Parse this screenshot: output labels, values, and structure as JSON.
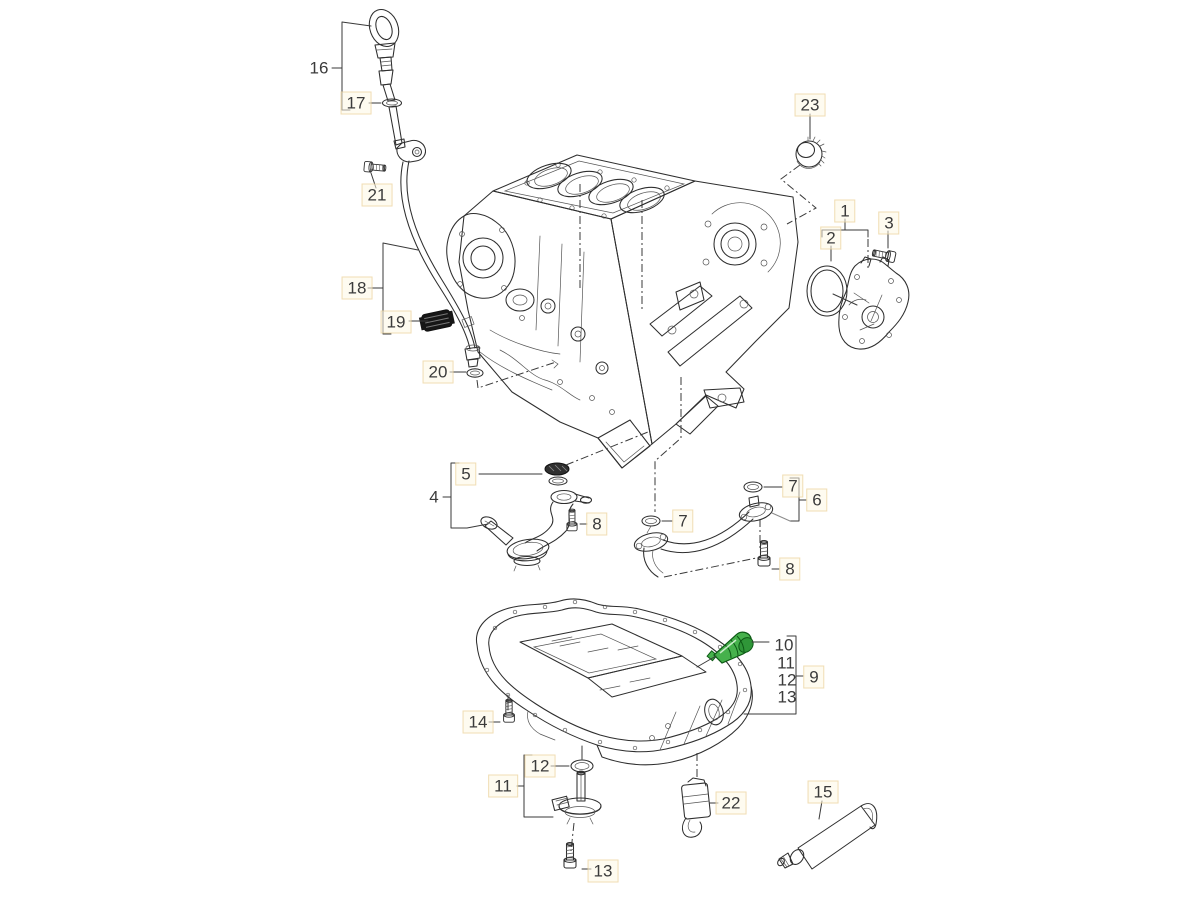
{
  "callouts": {
    "n1": "1",
    "n2": "2",
    "n3": "3",
    "n4": "4",
    "n5": "5",
    "n6": "6",
    "n7_left": "7",
    "n7_right": "7",
    "n8_left": "8",
    "n8_right": "8",
    "n9": "9",
    "n10": "10",
    "n11": "11",
    "n12": "12",
    "n13": "13",
    "n11_lower": "11",
    "n12_lower": "12",
    "n13_lower": "13",
    "n14": "14",
    "n15": "15",
    "n16": "16",
    "n17": "17",
    "n18": "18",
    "n19": "19",
    "n20": "20",
    "n21": "21",
    "n22": "22",
    "n23": "23"
  },
  "colors": {
    "background": "#ffffff",
    "line_art": "#2e2e2e",
    "label_text": "#3b3b3b",
    "hotspot_fill": "#fdf7e4",
    "hotspot_border": "#e4c482",
    "highlighted_part_green": "#46b14c"
  },
  "highlighted_part": {
    "callout": "10",
    "color": "#46b14c"
  }
}
